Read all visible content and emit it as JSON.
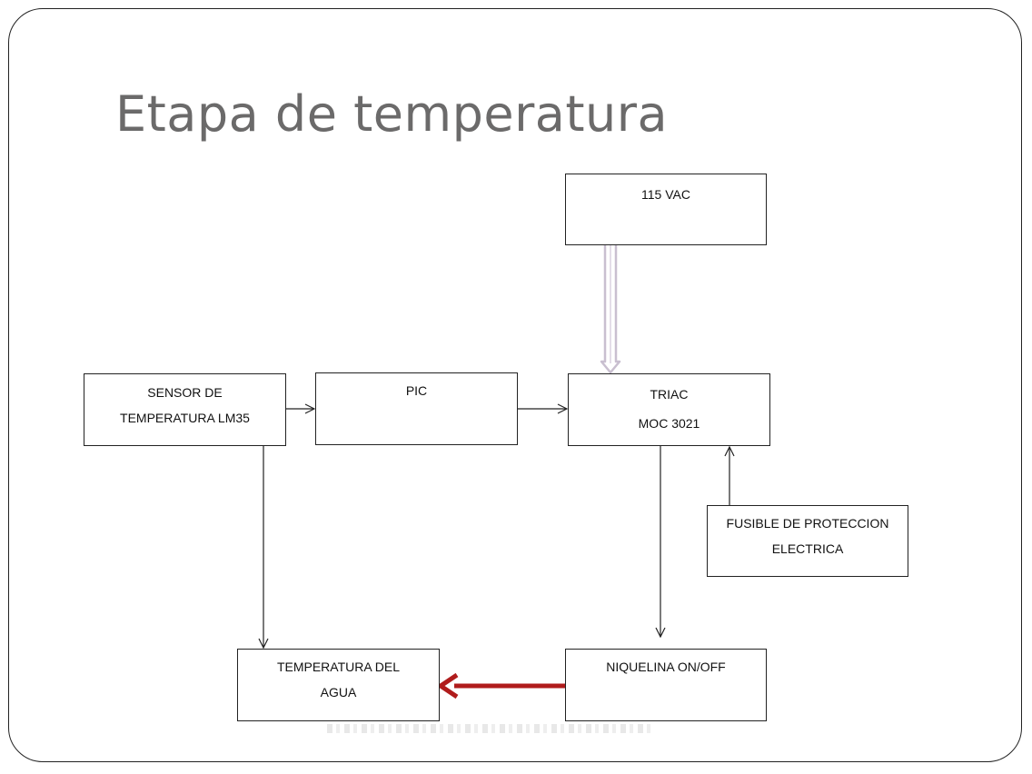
{
  "slide": {
    "title": "Etapa de temperatura"
  },
  "diagram": {
    "blocks": {
      "vac": {
        "line1": "115 VAC"
      },
      "sensor": {
        "line1": "SENSOR DE",
        "line2": "TEMPERATURA LM35"
      },
      "pic": {
        "line1": "PIC"
      },
      "triac": {
        "line1": "TRIAC",
        "line2": "MOC 3021"
      },
      "fusible": {
        "line1": "FUSIBLE DE PROTECCION",
        "line2": "ELECTRICA"
      },
      "agua": {
        "line1": "TEMPERATURA DEL",
        "line2": "AGUA"
      },
      "niquelina": {
        "line1": "NIQUELINA ON/OFF"
      }
    },
    "colors": {
      "vac_arrow": "#c9bfd0",
      "heat_arrow": "#b01c1c",
      "line": "#222222"
    }
  }
}
